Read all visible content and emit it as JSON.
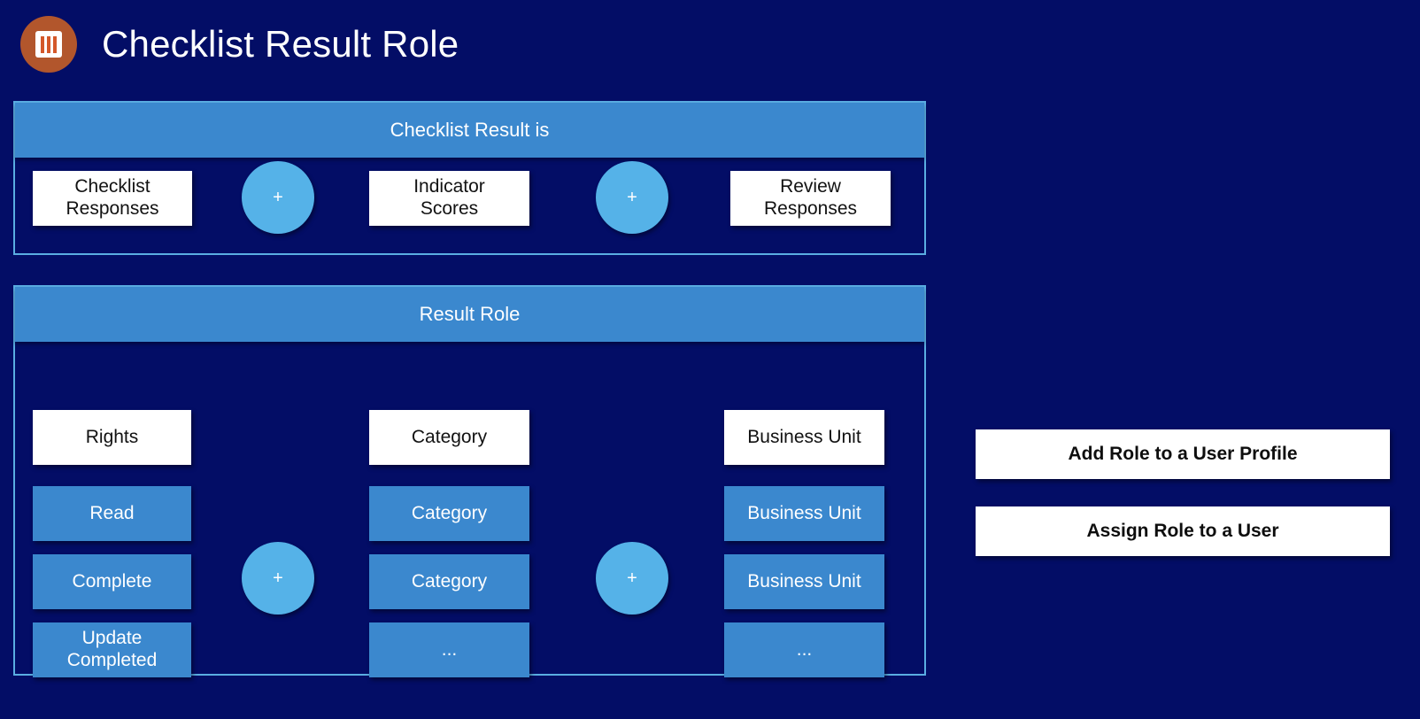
{
  "header": {
    "title": "Checklist Result Role",
    "logo_icon": "columns-book-icon"
  },
  "panels": [
    {
      "id": "checklist-result",
      "title": "Checklist Result is",
      "items": [
        {
          "label": "Checklist\nResponses",
          "style": "white"
        },
        {
          "label": "+",
          "style": "plus"
        },
        {
          "label": "Indicator\nScores",
          "style": "white"
        },
        {
          "label": "+",
          "style": "plus"
        },
        {
          "label": "Review\nResponses",
          "style": "white"
        }
      ]
    },
    {
      "id": "result-role",
      "title": "Result Role",
      "columns": [
        {
          "header": "Rights",
          "values": [
            "Read",
            "Complete",
            "Update\nCompleted"
          ]
        },
        {
          "header": "Category",
          "values": [
            "Category",
            "Category",
            "..."
          ]
        },
        {
          "header": "Business Unit",
          "values": [
            "Business Unit",
            "Business Unit",
            "..."
          ]
        }
      ],
      "separators": [
        "+",
        "+"
      ]
    }
  ],
  "actions": [
    {
      "label": "Add Role to a User Profile"
    },
    {
      "label": "Assign Role to a User"
    }
  ],
  "colors": {
    "background": "#030D66",
    "panel_border": "#5AADE2",
    "header_blue": "#3B88CE",
    "box_blue": "#3B88CE",
    "circle_blue": "#55B2E8",
    "logo_circle": "#B2562C",
    "logo_bars": "#D4582A",
    "white": "#FFFFFF"
  }
}
